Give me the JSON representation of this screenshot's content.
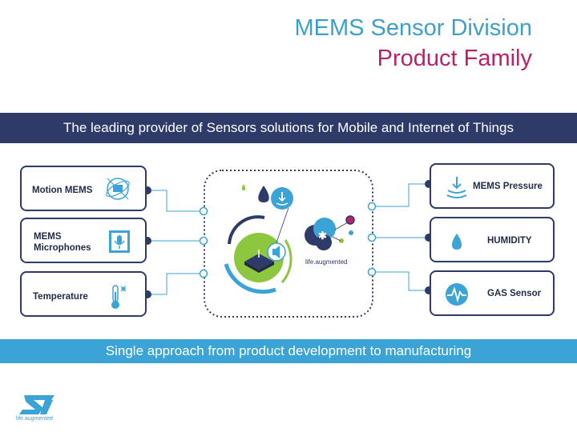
{
  "header": {
    "title": "MEMS Sensor Division",
    "subtitle": "Product Family"
  },
  "band_top": "The leading provider of Sensors solutions for Mobile and Internet of Things",
  "band_bottom": "Single approach from product development to manufacturing",
  "left_cards": [
    {
      "label": "Motion MEMS",
      "icon": "motion-icon"
    },
    {
      "label": "MEMS Microphones",
      "icon": "microphone-icon"
    },
    {
      "label": "Temperature",
      "icon": "thermometer-icon"
    }
  ],
  "right_cards": [
    {
      "label": "MEMS Pressure",
      "icon": "pressure-icon"
    },
    {
      "label": "HUMIDITY",
      "icon": "droplet-icon"
    },
    {
      "label": "GAS Sensor",
      "icon": "gas-icon"
    }
  ],
  "center_tagline": "life.augmented",
  "logo": {
    "tagline": "life.augmented"
  },
  "colors": {
    "navy": "#2e3a68",
    "sky": "#3ba3d6",
    "magenta": "#b7226b",
    "green": "#8dc63f"
  }
}
